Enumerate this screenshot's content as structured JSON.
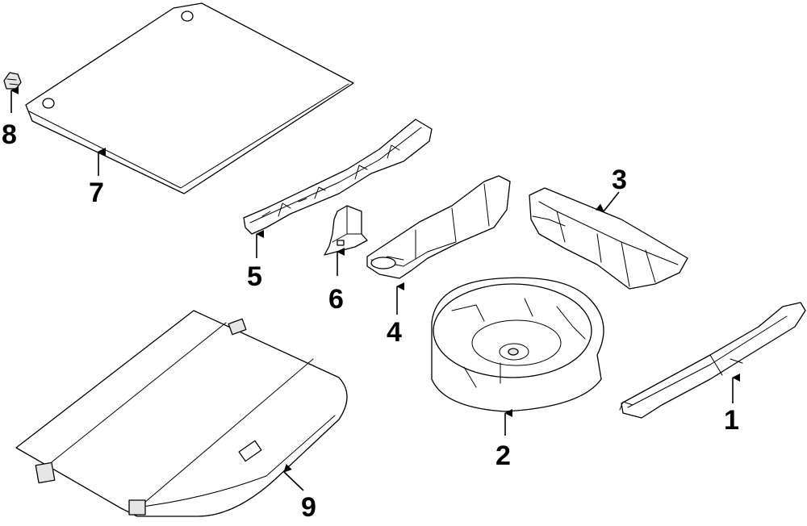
{
  "diagram": {
    "callouts": [
      {
        "id": "1",
        "label": "1"
      },
      {
        "id": "2",
        "label": "2"
      },
      {
        "id": "3",
        "label": "3"
      },
      {
        "id": "4",
        "label": "4"
      },
      {
        "id": "5",
        "label": "5"
      },
      {
        "id": "6",
        "label": "6"
      },
      {
        "id": "7",
        "label": "7"
      },
      {
        "id": "8",
        "label": "8"
      },
      {
        "id": "9",
        "label": "9"
      }
    ],
    "colors": {
      "line": "#000000",
      "background": "#ffffff",
      "shading": "#e6e6e6"
    }
  }
}
